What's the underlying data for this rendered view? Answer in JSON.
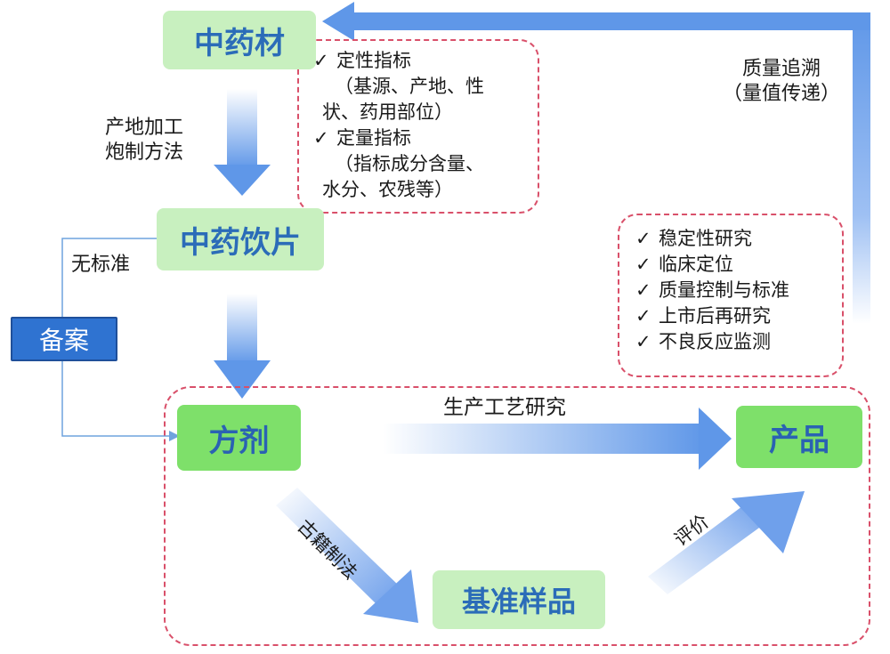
{
  "nodes": {
    "herb": "中药材",
    "slices": "中药饮片",
    "formula": "方剂",
    "product": "产品",
    "reference": "基准样品",
    "record": "备案"
  },
  "labels": {
    "processing_line1": "产地加工",
    "processing_line2": "炮制方法",
    "no_standard": "无标准",
    "trace_line1": "质量追溯",
    "trace_line2": "（量值传递）",
    "production": "生产工艺研究",
    "ancient": "古籍制法",
    "evaluation": "评价"
  },
  "indicators": {
    "check": "✓",
    "qualitative": "定性指标",
    "qualitative_line1": "（基源、产地、性",
    "qualitative_line2": "状、药用部位）",
    "quantitative": "定量指标",
    "quantitative_line1": "（指标成分含量、",
    "quantitative_line2": "水分、农残等）"
  },
  "research": {
    "check": "✓",
    "items": [
      "稳定性研究",
      "临床定位",
      "质量控制与标准",
      "上市后再研究",
      "不良反应监测"
    ]
  },
  "colors": {
    "arrow": "#5f97e8",
    "dash": "#d9506a",
    "light_green": "#c8f0bf",
    "bright_green": "#7ee06a",
    "record_blue": "#2f73d1",
    "text_blue": "#2b6cb8"
  }
}
